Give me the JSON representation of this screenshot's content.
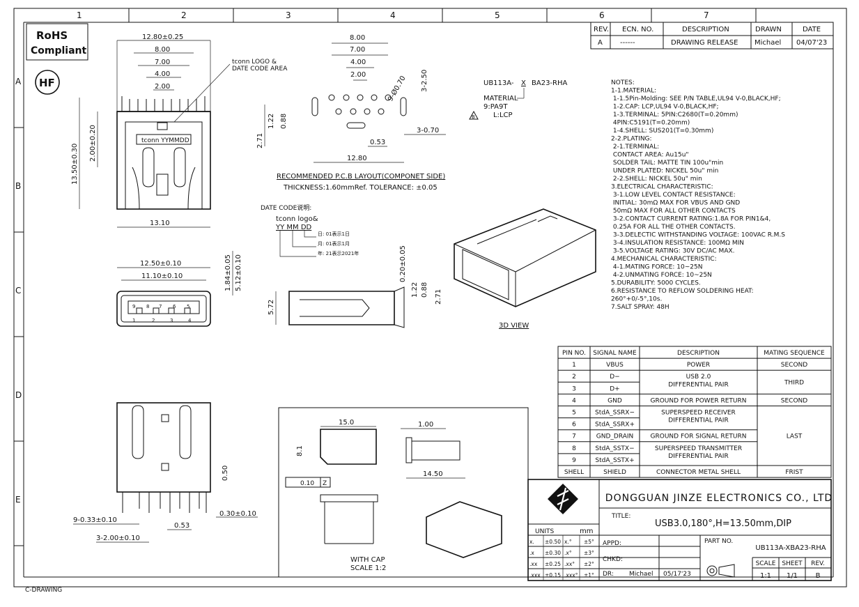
{
  "frame": {
    "col_numbers": [
      "1",
      "2",
      "3",
      "4",
      "5",
      "6",
      "7"
    ],
    "row_letters": [
      "A",
      "B",
      "C",
      "D",
      "E"
    ],
    "footer": "C-DRAWING"
  },
  "badges": {
    "rohs_line1": "RoHS",
    "rohs_line2": "Compliant",
    "hf": "HF"
  },
  "revision": {
    "headers": [
      "REV.",
      "ECN. NO.",
      "DESCRIPTION",
      "DRAWN",
      "DATE"
    ],
    "row": [
      "A",
      "------",
      "DRAWING RELEASE",
      "Michael",
      "04/07'23"
    ]
  },
  "front_view": {
    "dims": [
      "12.80±0.25",
      "8.00",
      "7.00",
      "4.00",
      "2.00",
      "13.50±0.30",
      "2.00±0.20",
      "13.10"
    ],
    "label": "tconn YYMMDD",
    "callout": [
      "tconn LOGO &",
      "DATE CODE AREA"
    ]
  },
  "pcb_layout": {
    "dims": [
      "8.00",
      "7.00",
      "4.00",
      "2.00",
      "9-Ø0.70",
      "3-2.50",
      "2.71",
      "1.22",
      "0.88",
      "0.53",
      "3-0.70",
      "12.80"
    ],
    "caption1": "RECOMMENDED P.C.B LAYOUT(COMPONET SIDE)",
    "caption2": "THICKNESS:1.60mmRef. TOLERANCE: ±0.05"
  },
  "part_code": {
    "code_a": "UB113A-",
    "code_x": "X",
    "code_b": "BA23-RHA",
    "lines": [
      "MATERIAL",
      "9:PA9T",
      "L:LCP"
    ],
    "flag": "B"
  },
  "date_code": {
    "title": "DATE CODE说明:",
    "logo": "tconn logo&",
    "fmt": "YY MM DD",
    "day": "日: 01表示1日",
    "month": "月: 01表示1月",
    "year": "年: 21表示2021年"
  },
  "notes": [
    "NOTES:",
    "1-1.MATERIAL:",
    "  1-1.5Pin-Molding: SEE P/N TABLE,UL94 V-0,BLACK,HF;",
    "  1-2.CAP: LCP,UL94 V-0,BLACK,HF;",
    "  1-3.TERMINAL: 5PIN:C2680(T=0.20mm)",
    "                        4PIN:C5191(T=0.20mm)",
    "  1-4.SHELL: SUS201(T=0.30mm)",
    "2-2.PLATING:",
    "  2-1.TERMINAL:",
    "        CONTACT AREA: Au15u\"",
    "        SOLDER TAIL: MATTE TIN 100u\"min",
    "        UNDER PLATED: NICKEL 50u\" min",
    "  2-2.SHELL: NICKEL 50u\" min",
    "3.ELECTRICAL CHARACTERISTIC:",
    "  3-1.LOW LEVEL CONTACT RESISTANCE:",
    "        INITIAL: 30mΩ MAX FOR VBUS AND GND",
    "                  50mΩ MAX FOR ALL OTHER CONTACTS",
    "  3-2.CONTACT CURRENT RATING:1.8A FOR PIN1&4,",
    "      0.25A FOR ALL THE OTHER CONTACTS.",
    "  3-3.DELECTIC WITHSTANDING VOLTAGE: 100VAC R.M.S",
    "  3-4.INSULATION RESISTANCE: 100MΩ MIN",
    "  3-5.VOLTAGE RATING: 30V DC/AC MAX.",
    "4.MECHANICAL CHARACTERISTIC:",
    "  4-1.MATING FORCE: 10~25N",
    "  4-2.UNMATING FORCE: 10~25N",
    "5.DURABILITY: 5000 CYCLES.",
    "6.RESISTANCE TO REFLOW SOLDERING HEAT:",
    "260°+0/-5°,10s.",
    "7.SALT SPRAY: 48H"
  ],
  "side_view": {
    "dims": [
      "12.50±0.10",
      "11.10±0.10",
      "1.84±0.05",
      "5.12±0.10"
    ],
    "pin_top": [
      "9",
      "8",
      "7",
      "6",
      "5"
    ],
    "pin_bottom": [
      "1",
      "2",
      "3",
      "4"
    ]
  },
  "profile_view": {
    "dims": [
      "0.20±0.05",
      "1.22",
      "0.88",
      "2.71",
      "5.72"
    ],
    "label_3d": "3D VIEW"
  },
  "pin_table": {
    "headers": [
      "PIN NO.",
      "SIGNAL NAME",
      "DESCRIPTION",
      "MATING SEQUENCE"
    ],
    "pins": [
      "1",
      "2",
      "3",
      "4",
      "5",
      "6",
      "7",
      "8",
      "9",
      "SHELL"
    ],
    "signals": [
      "VBUS",
      "D−",
      "D+",
      "GND",
      "StdA_SSRX−",
      "StdA_SSRX+",
      "GND_DRAIN",
      "StdA_SSTX−",
      "StdA_SSTX+",
      "SHIELD"
    ],
    "desc": [
      "POWER",
      "USB 2.0",
      "DIFFERENTIAL PAIR",
      "GROUND FOR POWER RETURN",
      "SUPERSPEED RECEIVER",
      "DIFFERENTIAL PAIR",
      "GROUND FOR SIGNAL RETURN",
      "SUPERSPEED TRANSMITTER",
      "DIFFERENTIAL PAIR",
      "CONNECTOR METAL SHELL"
    ],
    "mating": [
      "SECOND",
      "THIRD",
      "SECOND",
      "LAST",
      "FRIST"
    ]
  },
  "bottom_view": {
    "dims": [
      "0.50",
      "0.30±0.10",
      "9-0.33±0.10",
      "0.53",
      "3-2.00±0.10"
    ]
  },
  "cap_view": {
    "dims": [
      "15.0",
      "1.00",
      "8.1",
      "14.50",
      "0.10",
      "Z"
    ],
    "caption1": "WITH CAP",
    "caption2": "SCALE 1:2"
  },
  "title_block": {
    "company": "DONGGUAN JINZE ELECTRONICS CO., LTD",
    "title_label": "TITLE:",
    "title": "USB3.0,180°,H=13.50mm,DIP",
    "units_label": "UNITS",
    "units": "mm",
    "tol": [
      [
        "x.",
        "±0.50",
        "x.°",
        "±5°"
      ],
      [
        ".x",
        "±0.30",
        ".x°",
        "±3°"
      ],
      [
        ".xx",
        "±0.25",
        ".xx°",
        "±2°"
      ],
      [
        ".xxx",
        "±0.15",
        ".xxx°",
        "±1°"
      ]
    ],
    "appd": "APPD:",
    "chkd": "CHKD:",
    "dr": "DR:",
    "drawn_by": "Michael",
    "drawn_date": "05/17'23",
    "part_label": "PART NO.",
    "part_no": "UB113A-XBA23-RHA",
    "scale_label": "SCALE",
    "scale": "1:1",
    "sheet_label": "SHEET",
    "sheet": "1/1",
    "rev_label": "REV.",
    "rev": "B"
  }
}
